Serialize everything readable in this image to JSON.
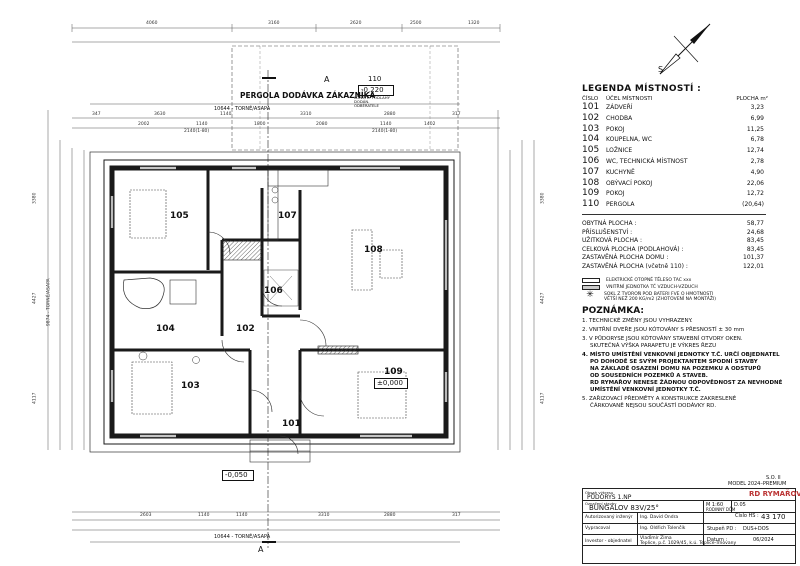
{
  "plan": {
    "pergola_label": "PERGOLA DODÁVKA ZÁKAZNÍKA",
    "pergola_room": "110",
    "pergola_level": "-0,220",
    "level_note": "KONSTR. PODLAHY DODÁN. ODBĚRATELE",
    "dims_top_outer": [
      "4060",
      "3160",
      "2620",
      "2500",
      "1320"
    ],
    "dims_top_inner": [
      "347",
      "3630",
      "1140",
      "3310",
      "2880",
      "317"
    ],
    "dims_top_row3": [
      "2002",
      "1140",
      "1800",
      "2080",
      "1140",
      "1402"
    ],
    "dims_top_sub": [
      "2140(1-80)",
      "2140(1-80)"
    ],
    "dims_bottom": [
      "2603",
      "1140",
      "1140",
      "3310",
      "2880",
      "317"
    ],
    "dims_left_side": [
      "3380",
      "4427",
      "4117"
    ],
    "dims_left_total": "9874 - TORNÉ/ASAPA",
    "dims_right_side": [
      "3380",
      "4427",
      "4117"
    ],
    "terrace_label": "10644 - TORNÉ/ASAPA",
    "terrace_label_bottom": "10644 - TORNÉ/ASAPA",
    "section_marks": [
      "A",
      "A"
    ],
    "entry_level": "-0,050",
    "room_109_level": "±0,000",
    "rooms": [
      {
        "id": "r105",
        "num": "105"
      },
      {
        "id": "r107",
        "num": "107"
      },
      {
        "id": "r106",
        "num": "106"
      },
      {
        "id": "r108",
        "num": "108"
      },
      {
        "id": "r104",
        "num": "104"
      },
      {
        "id": "r102",
        "num": "102"
      },
      {
        "id": "r103",
        "num": "103"
      },
      {
        "id": "r101",
        "num": "101"
      },
      {
        "id": "r109",
        "num": "109"
      }
    ],
    "compass_letter": "S"
  },
  "legend": {
    "title": "LEGENDA MÍSTNOSTÍ :",
    "col_num": "ČÍSLO",
    "col_name": "ÚČEL MÍSTNOSTI",
    "col_area": "PLOCHA m²",
    "rooms": [
      {
        "num": "101",
        "name": "ZÁDVEŘÍ",
        "area": "3,23"
      },
      {
        "num": "102",
        "name": "CHODBA",
        "area": "6,99"
      },
      {
        "num": "103",
        "name": "POKOJ",
        "area": "11,25"
      },
      {
        "num": "104",
        "name": "KOUPELNA, WC",
        "area": "6,78"
      },
      {
        "num": "105",
        "name": "LOŽNICE",
        "area": "12,74"
      },
      {
        "num": "106",
        "name": "WC, TECHNICKÁ MÍSTNOST",
        "area": "2,78"
      },
      {
        "num": "107",
        "name": "KUCHYNĚ",
        "area": "4,90"
      },
      {
        "num": "108",
        "name": "OBÝVACÍ POKOJ",
        "area": "22,06"
      },
      {
        "num": "109",
        "name": "POKOJ",
        "area": "12,72"
      },
      {
        "num": "110",
        "name": "PERGOLA",
        "area": "(20,64)"
      }
    ],
    "sums": [
      {
        "name": "OBYTNÁ PLOCHA :",
        "area": "58,77"
      },
      {
        "name": "PŘÍSLUŠENSTVÍ :",
        "area": "24,68"
      },
      {
        "name": "UŽITKOVÁ PLOCHA :",
        "area": "83,45"
      },
      {
        "name": "CELKOVÁ PLOCHA (PODLAHOVÁ) :",
        "area": "83,45"
      },
      {
        "name": "ZASTAVĚNÁ PLOCHA DOMU :",
        "area": "101,37"
      },
      {
        "name": "ZASTAVĚNÁ PLOCHA (včetně 110) :",
        "area": "122,01"
      }
    ],
    "sym1": "ELEKTRICKÉ OTOPNÉ TĚLESO TAC xxx",
    "sym2": "VNITŘNÍ JEDNOTKA TČ VZDUCH-VZDUCH",
    "sym3a": "SOKL Z TVOROŇ POD BATERI FVE O HMOTNOSTI",
    "sym3b": "VĚTŠÍ NEŽ 200 KG/m2 (ZHOTOVENÍ NA MONTÁŽI)"
  },
  "notes": {
    "title": "POZNÁMKA:",
    "items": [
      "1. TECHNICKÉ ZMĚNY JSOU VYHRAZENY.",
      "2. VNITŘNÍ DVEŘE JSOU KÓTOVÁNY S PŘESNOSTÍ ± 30 mm",
      "3. V PŮDORYSE JSOU KÓTOVÁNY STAVEBNÍ OTVORY OKEN.",
      "SKUTEČNÁ VÝŠKA PARAPETU JE VÝKRES ŘEZU"
    ],
    "bold_items": [
      "4. MÍSTO UMÍSTĚNÍ VENKOVNÍ JEDNOTKY T.Č. URČÍ OBJEDNATEL",
      "PO DOHODĚ SE SVÝM PROJEKTANTEM SPODNÍ STAVBY",
      "NA ZÁKLADĚ OSAZENÍ DOMU NA POZEMKU A ODSTUPŮ",
      "OD SOUSEDNÍCH POZEMKŮ A STAVEB.",
      "RD RYMAŘOV NENESE ŽÁDNOU ODPOVĚDNOST ZA NEVHODNÉ",
      "UMÍSTĚNÍ VENKOVNÍ JEDNOTKY T.Č."
    ],
    "last": [
      "5. ZAŘIZOVACÍ PŘEDMĚTY A KONSTRUKCE ZAKRESLENÉ",
      "ČÁRKOVANĚ NEJSOU SOUČÁSTÍ DODÁVKY RD."
    ]
  },
  "titleblock": {
    "top_right_1": "S.O. II",
    "top_right_2": "MODEL 2024–PREMIUM",
    "obsah_label": "Obsah výkresu",
    "obsah_value": "PŮDORYS 1.NP",
    "stavba_label": "Označení stavby",
    "stavba_value": "BUNGALOV 83V/25°",
    "scale": "M 1:60",
    "sheet": "D.05",
    "owner_short": "RODINNÝ DŮM",
    "cislo_label": "Číslo HS :",
    "cislo_value": "43 170",
    "autor_label": "Autorizovaný inženýr",
    "autor_value": "Ing. David Ondra",
    "stupen_label": "Stupeň PD :",
    "stupen_value": "DUS+DOS",
    "vypracoval_label": "Vypracoval",
    "vypracoval_value": "Ing. Oldřich Tolenčík",
    "datum_label": "Datum :",
    "datum_value": "06/2024",
    "investor_label": "Investor - objednatel",
    "investor_value": "Vlaďimír Zima",
    "investor_addr": "Teplice, p.č. 1029/45, k.ú. Teplice-Trnovany",
    "logo_text": "RD RYMAŘOV"
  },
  "colors": {
    "wall": "#1a1a1a",
    "hatch": "#555555",
    "watermark": "#e08080"
  }
}
